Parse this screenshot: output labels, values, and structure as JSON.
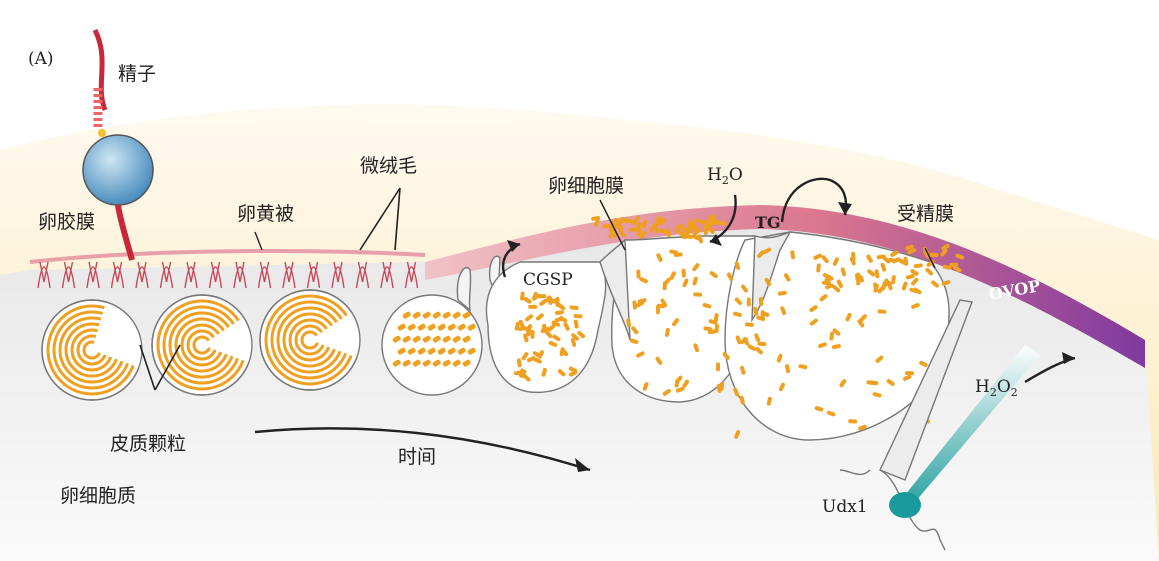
{
  "panel_label": "(A)",
  "labels": {
    "sperm": "精子",
    "zona": "卵胶膜",
    "vitelline": "卵黄被",
    "microvilli": "微绒毛",
    "membrane": "卵细胞膜",
    "cgsp": "CGSP",
    "tg": "TG",
    "fert_envelope": "受精膜",
    "ovop": "OVOP",
    "cortical_granules": "皮质颗粒",
    "time": "时间",
    "cytoplasm": "卵细胞质",
    "udx1": "Udx1",
    "h2o_main": "H",
    "h2o_sub": "2",
    "h2o_tail": "O",
    "h2o2_main": "H",
    "h2o2_sub": "2",
    "h2o2_mid": "O",
    "h2o2_sub2": "2"
  },
  "colors": {
    "yolk": "#fbefc4",
    "cytoplasm": "#ececec",
    "granule": "#f0a020",
    "membrane_pink": "#e8a0a8",
    "envelope_purple": "#8a3fa0",
    "sperm_blue": "#6aa6cf",
    "udx1_teal": "#1a9a9a",
    "sperm_red": "#c8283a"
  }
}
